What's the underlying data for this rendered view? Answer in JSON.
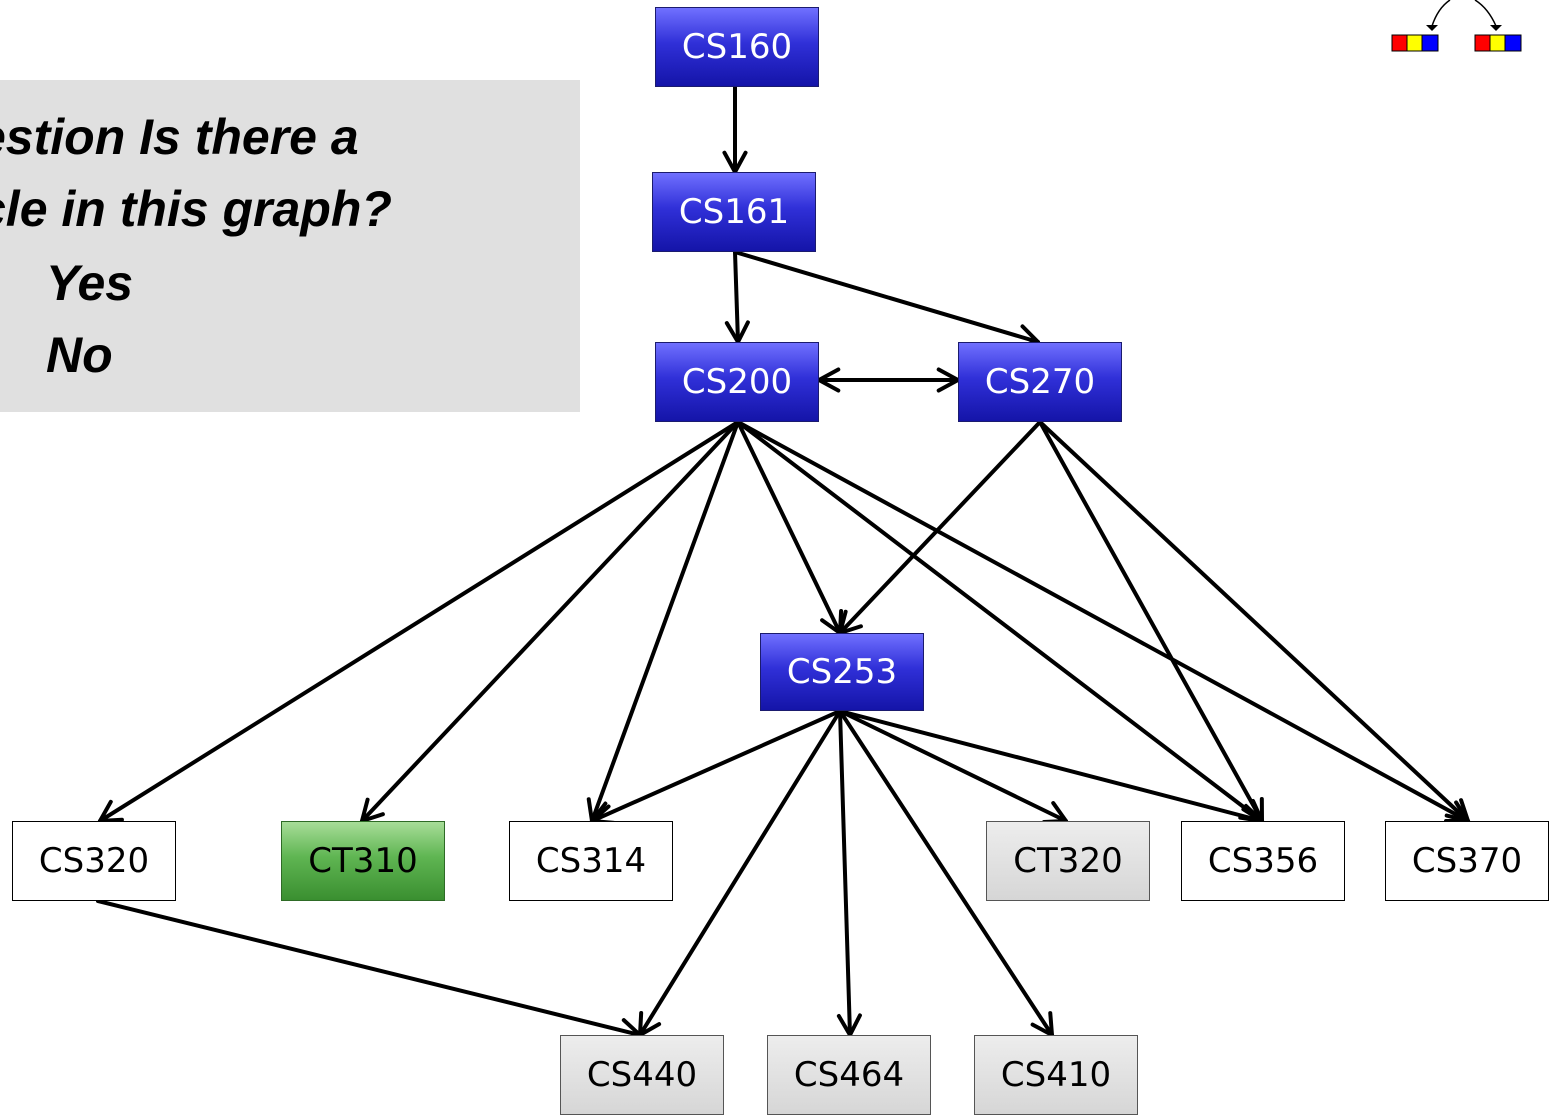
{
  "question": {
    "line1": "estion Is there a",
    "line2": "cle in this graph?",
    "option_yes": "Yes",
    "option_no": "No"
  },
  "nodes": [
    {
      "id": "CS160",
      "label": "CS160",
      "style": "blue"
    },
    {
      "id": "CS161",
      "label": "CS161",
      "style": "blue"
    },
    {
      "id": "CS200",
      "label": "CS200",
      "style": "blue"
    },
    {
      "id": "CS270",
      "label": "CS270",
      "style": "blue"
    },
    {
      "id": "CS253",
      "label": "CS253",
      "style": "blue"
    },
    {
      "id": "CS320",
      "label": "CS320",
      "style": "white"
    },
    {
      "id": "CT310",
      "label": "CT310",
      "style": "green"
    },
    {
      "id": "CS314",
      "label": "CS314",
      "style": "white"
    },
    {
      "id": "CT320",
      "label": "CT320",
      "style": "gray"
    },
    {
      "id": "CS356",
      "label": "CS356",
      "style": "white"
    },
    {
      "id": "CS370",
      "label": "CS370",
      "style": "white"
    },
    {
      "id": "CS440",
      "label": "CS440",
      "style": "gray"
    },
    {
      "id": "CS464",
      "label": "CS464",
      "style": "gray"
    },
    {
      "id": "CS410",
      "label": "CS410",
      "style": "gray"
    }
  ],
  "edges": [
    {
      "from": "CS160",
      "to": "CS161"
    },
    {
      "from": "CS161",
      "to": "CS200"
    },
    {
      "from": "CS161",
      "to": "CS270"
    },
    {
      "from": "CS200",
      "to": "CS270",
      "bidirectional": true
    },
    {
      "from": "CS200",
      "to": "CS320"
    },
    {
      "from": "CS200",
      "to": "CT310"
    },
    {
      "from": "CS200",
      "to": "CS314"
    },
    {
      "from": "CS200",
      "to": "CS253"
    },
    {
      "from": "CS200",
      "to": "CS356"
    },
    {
      "from": "CS200",
      "to": "CS370"
    },
    {
      "from": "CS270",
      "to": "CS253"
    },
    {
      "from": "CS270",
      "to": "CS356"
    },
    {
      "from": "CS270",
      "to": "CS370"
    },
    {
      "from": "CS253",
      "to": "CS314"
    },
    {
      "from": "CS253",
      "to": "CT320"
    },
    {
      "from": "CS253",
      "to": "CS356"
    },
    {
      "from": "CS253",
      "to": "CS440"
    },
    {
      "from": "CS253",
      "to": "CS464"
    },
    {
      "from": "CS253",
      "to": "CS410"
    },
    {
      "from": "CS320",
      "to": "CS440"
    }
  ],
  "colors": {
    "edge": "#000000",
    "legend_red": "#ff0000",
    "legend_yellow": "#ffff00",
    "legend_blue": "#0000ff"
  }
}
